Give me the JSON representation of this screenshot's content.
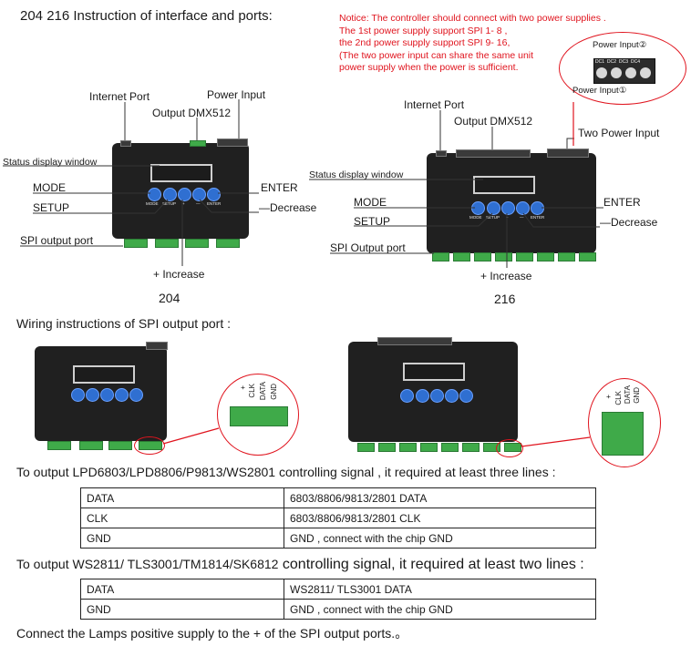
{
  "title": "204  216  Instruction of interface and ports:",
  "notice": [
    "Notice: The controller should connect with two power supplies .",
    "The 1st power supply support SPI 1- 8 ,",
    "the 2nd power supply support SPI 9- 16,",
    "(The two power input can share the same unit",
    "power supply when the power is sufficient."
  ],
  "power_inset": {
    "input2": "Power Input②",
    "input1": "Power Input①",
    "terminal_labels": [
      "DC1",
      "DC2",
      "DC3",
      "DC4"
    ]
  },
  "device204": {
    "internet_port": "Internet Port",
    "power_input": "Power Input",
    "output_dmx": "Output DMX512",
    "status_window": "Status display window",
    "mode": "MODE",
    "setup": "SETUP",
    "enter": "ENTER",
    "decrease": "—Decrease",
    "spi_port": "SPI output port",
    "increase": "+  Increase",
    "caption": "204"
  },
  "device216": {
    "internet_port": "Internet Port",
    "output_dmx": "Output DMX512",
    "two_power": "Two Power Input",
    "status_window": "Status display window",
    "mode": "MODE",
    "setup": "SETUP",
    "enter": "ENTER",
    "decrease": "—Decrease",
    "spi_port": "SPI Output port",
    "increase": "+  Increase",
    "caption": "216"
  },
  "button_labels": [
    "MODE",
    "SETUP",
    "+",
    "—",
    "ENTER"
  ],
  "wiring_title": "Wiring instructions of SPI output port :",
  "connector_labels": [
    "+",
    "CLK",
    "DATA",
    "GND"
  ],
  "section1": "To output LPD6803/LPD8806/P9813/WS2801 controlling signal , it required at least three lines :",
  "table1": [
    [
      "DATA",
      "6803/8806/9813/2801 DATA"
    ],
    [
      "CLK",
      "6803/8806/9813/2801 CLK"
    ],
    [
      "GND",
      "GND , connect with the chip GND"
    ]
  ],
  "section2a": "To output WS2811/ TLS3001/TM1814/SK6812",
  "section2b": " controlling signal, it required at least two lines :",
  "table2": [
    [
      "DATA",
      "WS2811/ TLS3001 DATA"
    ],
    [
      "GND",
      "GND , connect with the chip GND"
    ]
  ],
  "footer": "Connect the Lamps positive supply to the + of the SPI output ports.。"
}
